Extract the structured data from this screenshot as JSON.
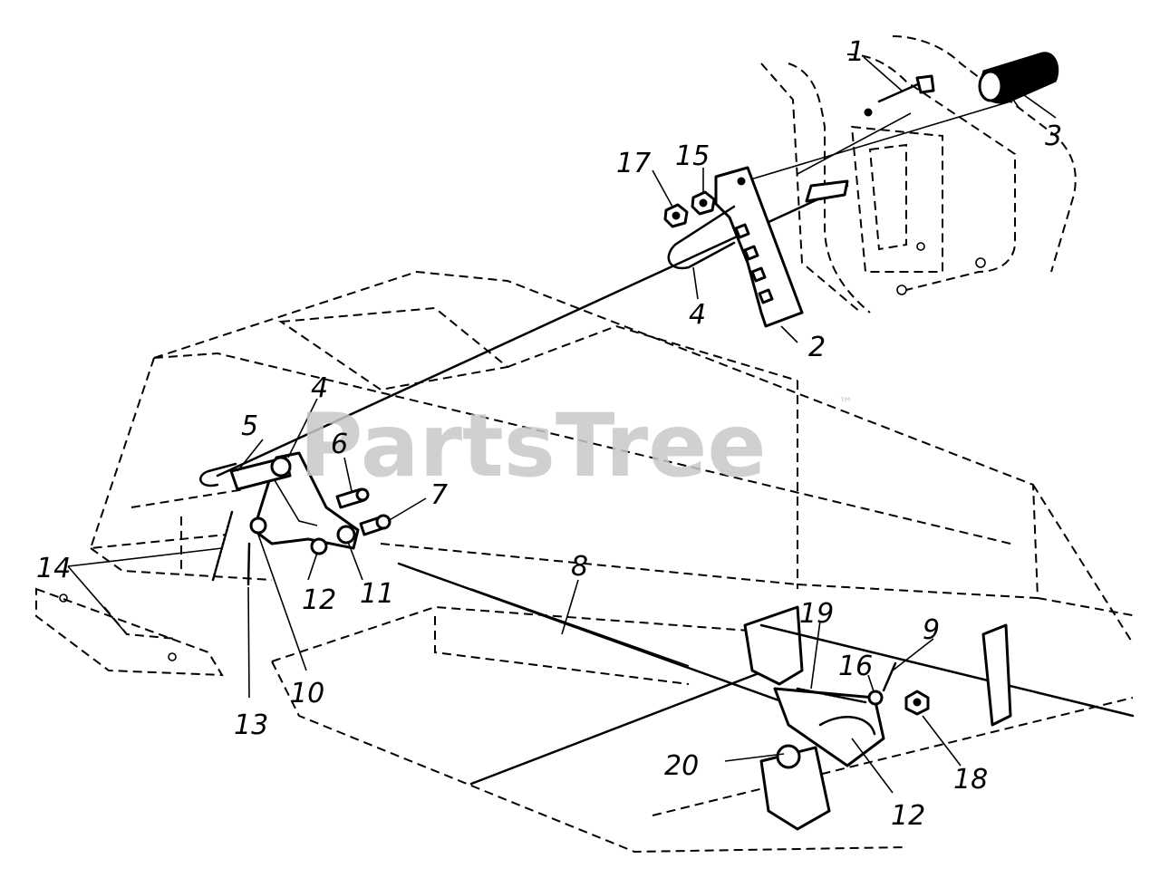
{
  "watermark": {
    "brand": "PartsTree",
    "trademark": "™"
  },
  "callouts": {
    "p1": "1",
    "p2": "2",
    "p3": "3",
    "p4a": "4",
    "p4b": "4",
    "p5": "5",
    "p6": "6",
    "p7": "7",
    "p8": "8",
    "p9": "9",
    "p10": "10",
    "p11": "11",
    "p12a": "12",
    "p12b": "12",
    "p13": "13",
    "p14": "14",
    "p15": "15",
    "p16": "16",
    "p17": "17",
    "p18": "18",
    "p19": "19",
    "p20": "20"
  },
  "colors": {
    "ink": "#000000",
    "paper": "#ffffff",
    "watermark": "#c8c8c8"
  }
}
